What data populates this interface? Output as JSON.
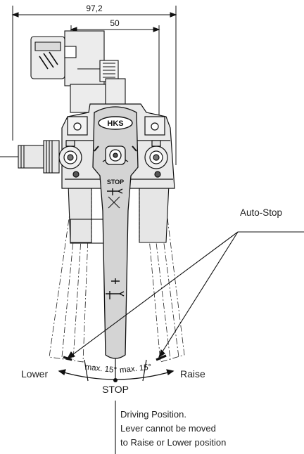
{
  "dimensions": {
    "overall_width": "97,2",
    "inner_width": "50"
  },
  "logo_text": "HKS",
  "lever_markings": {
    "stop_mark": "STOP"
  },
  "labels": {
    "auto_stop": "Auto-Stop",
    "lower": "Lower",
    "raise": "Raise",
    "stop": "STOP",
    "max_left": "max. 15°",
    "max_right": "max. 15°"
  },
  "note": {
    "line1": "Driving Position.",
    "line2": "Lever cannot be moved",
    "line3": "to Raise or Lower position"
  },
  "colors": {
    "line": "#111111",
    "body_fill": "#e6e6e6",
    "lever_fill": "#d4d4d4",
    "text": "#222222"
  }
}
